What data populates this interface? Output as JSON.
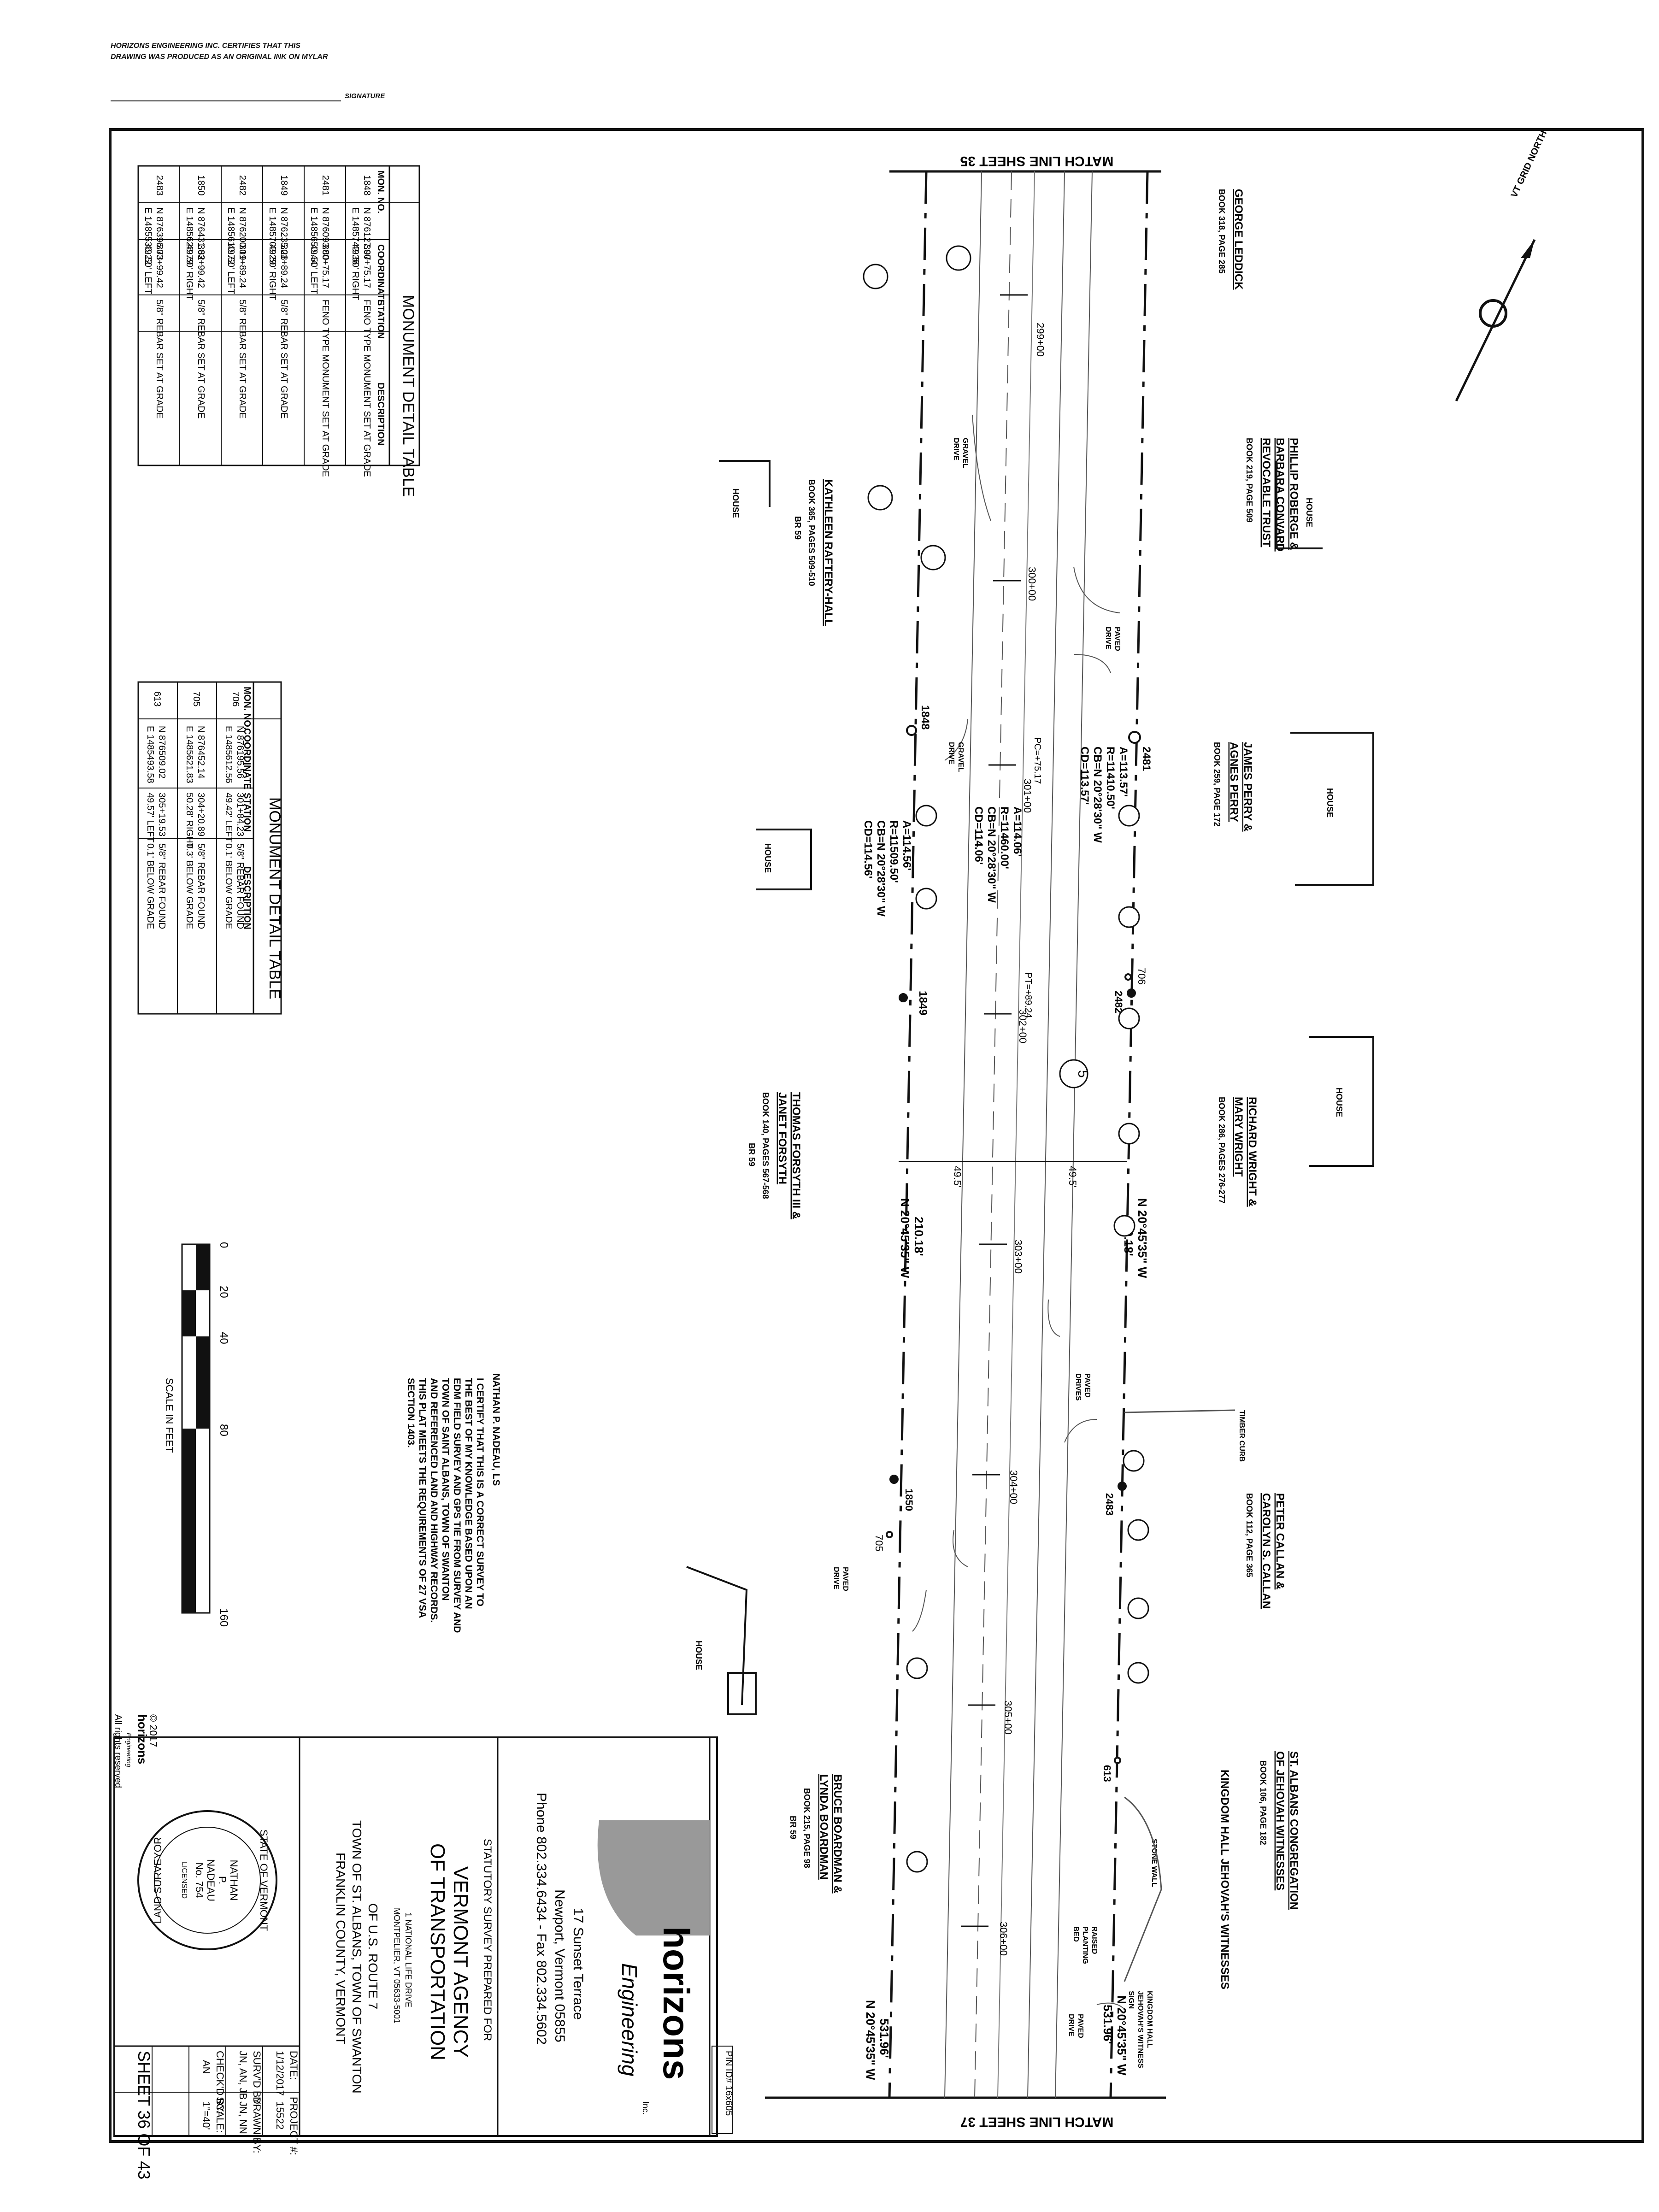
{
  "certification": {
    "line1": "HORIZONS ENGINEERING INC. CERTIFIES THAT THIS",
    "line2": "DRAWING WAS PRODUCED AS AN ORIGINAL INK ON MYLAR",
    "signature_label": "SIGNATURE"
  },
  "match_lines": {
    "top": "MATCH LINE SHEET 35",
    "bottom": "MATCH LINE SHEET 37"
  },
  "north_arrow": {
    "label": "VT GRID NORTH"
  },
  "table1": {
    "title": "MONUMENT DETAIL TABLE",
    "headers": [
      "MON. NO.",
      "COORDINATE",
      "STATION",
      "DESCRIPTION"
    ],
    "rows": [
      {
        "mon": "1848",
        "n": "N 876127.97",
        "e": "E 1485743.36",
        "sta": "300+75.17",
        "off": "49.50' RIGHT",
        "desc": "FENO TYPE MONUMENT SET AT GRADE"
      },
      {
        "mon": "2481",
        "n": "N 876093.80",
        "e": "E 1485650.44",
        "sta": "300+75.17",
        "off": "49.50' LEFT",
        "desc": "FENO TYPE MONUMENT SET AT GRADE"
      },
      {
        "mon": "1849",
        "n": "N 876235.28",
        "e": "E 1485703.29",
        "sta": "301+89.24",
        "off": "49.50' RIGHT",
        "desc": "5/8\" REBAR SET AT GRADE"
      },
      {
        "mon": "2482",
        "n": "N 876200.19",
        "e": "E 1485610.72",
        "sta": "301+89.24",
        "off": "49.50' LEFT",
        "desc": "5/8\" REBAR SET AT GRADE"
      },
      {
        "mon": "1850",
        "n": "N 876431.82",
        "e": "E 1485628.79",
        "sta": "303+99.42",
        "off": "49.50' RIGHT",
        "desc": "5/8\" REBAR SET AT GRADE"
      },
      {
        "mon": "2483",
        "n": "N 876396.73",
        "e": "E 1485536.22",
        "sta": "303+99.42",
        "off": "49.50' LEFT",
        "desc": "5/8\" REBAR SET AT GRADE"
      }
    ]
  },
  "table2": {
    "title": "MONUMENT DETAIL TABLE",
    "headers": [
      "MON. NO.",
      "COORDINATE",
      "STATION",
      "DESCRIPTION"
    ],
    "rows": [
      {
        "mon": "706",
        "n": "N 876195.56",
        "e": "E 1485612.56",
        "sta": "301+84.23",
        "off": "49.42' LEFT",
        "d1": "5/8\" REBAR FOUND",
        "d2": "0.1' BELOW GRADE"
      },
      {
        "mon": "705",
        "n": "N 876452.14",
        "e": "E 1485621.83",
        "sta": "304+20.89",
        "off": "50.28' RIGHT",
        "d1": "5/8\" REBAR FOUND",
        "d2": "0.3' BELOW GRADE"
      },
      {
        "mon": "613",
        "n": "N 876509.02",
        "e": "E 1485493.58",
        "sta": "305+19.53",
        "off": "49.57' LEFT",
        "d1": "5/8\" REBAR FOUND",
        "d2": "0.1' BELOW GRADE"
      }
    ]
  },
  "parcels": [
    {
      "name1": "GEORGE LEDDICK",
      "name2": "",
      "book": "BOOK 318, PAGE 285",
      "br": ""
    },
    {
      "name1": "PHILLIP ROBERGE &",
      "name2": "BARBARA CONVARD",
      "name3": "REVOCABLE TRUST",
      "book": "BOOK 219, PAGE 509",
      "br": ""
    },
    {
      "name1": "KATHLEEN RAFTERY-HALL",
      "name2": "",
      "book": "BOOK 365, PAGES 509-510",
      "br": "BR 59"
    },
    {
      "name1": "JAMES PERRY &",
      "name2": "AGNES PERRY",
      "book": "BOOK 259, PAGE 172",
      "br": ""
    },
    {
      "name1": "RICHARD WRIGHT &",
      "name2": "MARY WRIGHT",
      "book": "BOOK 286, PAGES 276-277",
      "br": ""
    },
    {
      "name1": "THOMAS FORSYTH III &",
      "name2": "JANET FORSYTH",
      "book": "BOOK 140, PAGES 567-568",
      "br": "BR 59"
    },
    {
      "name1": "PETER CALLAN &",
      "name2": "CAROLYN S. CALLAN",
      "book": "BOOK 112, PAGE 365",
      "br": ""
    },
    {
      "name1": "ST. ALBANS CONGREGATION",
      "name2": "OF JEHOVAH WITNESSES",
      "book": "BOOK 106, PAGE 182",
      "br": ""
    },
    {
      "name1": "BRUCE BOARDMAN &",
      "name2": "LYNDA BOARDMAN",
      "book": "BOOK 215, PAGE 98",
      "br": "BR 59"
    }
  ],
  "kingdom_hall": "KINGDOM HALL JEHOVAH'S WITNESSES",
  "kingdom_sign": [
    "KINGDOM HALL",
    "JEHOVAH'S WITNESS",
    "SIGN"
  ],
  "features": {
    "house": "HOUSE",
    "gravel_drive": [
      "GRAVEL",
      "DRIVE"
    ],
    "paved_drive": [
      "PAVED",
      "DRIVE"
    ],
    "paved_drives": [
      "PAVED",
      "DRIVES"
    ],
    "timber_curb": "TIMBER CURB",
    "stone_wall": "STONE WALL",
    "raised_bed": [
      "RAISED",
      "PLANTING",
      "BED"
    ]
  },
  "stations": [
    "299+00",
    "300+00",
    "301+00",
    "302+00",
    "303+00",
    "304+00",
    "305+00",
    "306+00"
  ],
  "pc": "PC=+75.17",
  "pt": "PT=+89.24",
  "curve_left": [
    "A=114.06'",
    "R=11460.00'",
    "CB=N 20°28'30\" W",
    "CD=114.06'"
  ],
  "curve_right": [
    "A=113.57'",
    "R=11410.50'",
    "CB=N 20°28'30\" W",
    "CD=113.57'"
  ],
  "curve_bottom": [
    "A=114.56'",
    "R=11509.50'",
    "CB=N 20°28'30\" W",
    "CD=114.56'"
  ],
  "bearings": {
    "b210_top": [
      "210.18'",
      "N 20°45'35\" W"
    ],
    "b531": [
      "531.96'",
      "N 20°45'35\" W"
    ],
    "half_width": "49.5'"
  },
  "monument_labels": [
    "1848",
    "2481",
    "706",
    "2482",
    "1849",
    "2483",
    "1850",
    "705",
    "613"
  ],
  "sheet_marker": "5",
  "certify": {
    "name": "NATHAN P. NADEAU, LS",
    "text": [
      "I CERTIFY THAT THIS IS A CORRECT SURVEY TO",
      "THE BEST OF MY KNOWLEDGE BASED UPON AN",
      "EDM FIELD SURVEY AND GPS TIE FROM SURVEY AND",
      "TOWN OF SAINT ALBANS, TOWN OF SWANTON",
      "AND REFERENCED LAND AND HIGHWAY RECORDS.",
      "THIS PLAT MEETS THE REQUIREMENTS OF 27 VSA",
      "SECTION 1403."
    ]
  },
  "scale": {
    "ticks": [
      "0",
      "20",
      "40",
      "80",
      "160"
    ],
    "label": "SCALE IN FEET"
  },
  "copyright": {
    "year": "© 2017",
    "company": "horizons",
    "sub": "Engineering",
    "rights": "All rights reserved"
  },
  "title_block": {
    "firm": "horizons",
    "firm_sub": "Engineering",
    "inc": "Inc.",
    "address1": "17 Sunset Terrace",
    "address2": "Newport, Vermont 05855",
    "phone": "Phone 802.334.6434 - Fax 802.334.5602",
    "pin": "PIN ID# 16x605",
    "prepared_for": "STATUTORY SURVEY PREPARED FOR",
    "agency1": "VERMONT AGENCY",
    "agency2": "OF TRANSPORTATION",
    "agency_addr1": "1 NATIONAL LIFE DRIVE",
    "agency_addr2": "MONTPELIER, VT 05633-5001",
    "route": "OF U.S. ROUTE 7",
    "towns": "TOWN OF ST. ALBANS, TOWN OF SWANTON",
    "county": "FRANKLIN COUNTY, VERMONT",
    "date_lbl": "DATE:",
    "date": "1/12/2017",
    "project_lbl": "PROJECT #:",
    "project": "15522",
    "survd_lbl": "SURV'D BY:",
    "survd": "JN, AN, JB",
    "drawn_lbl": "DRAWN BY:",
    "drawn": "JN, NN",
    "checkd_lbl": "CHECK'D BY:",
    "checkd": "AN",
    "scale_lbl": "SCALE:",
    "scale": "1\"=40'",
    "sheet": "SHEET 36 OF 43"
  },
  "seal": {
    "ring_top": "STATE OF VERMONT",
    "ring_bottom": "LAND SURVEYOR",
    "name1": "NATHAN",
    "name2": "P.",
    "name3": "NADEAU",
    "no": "No. 754",
    "licensed": "LICENSED"
  }
}
